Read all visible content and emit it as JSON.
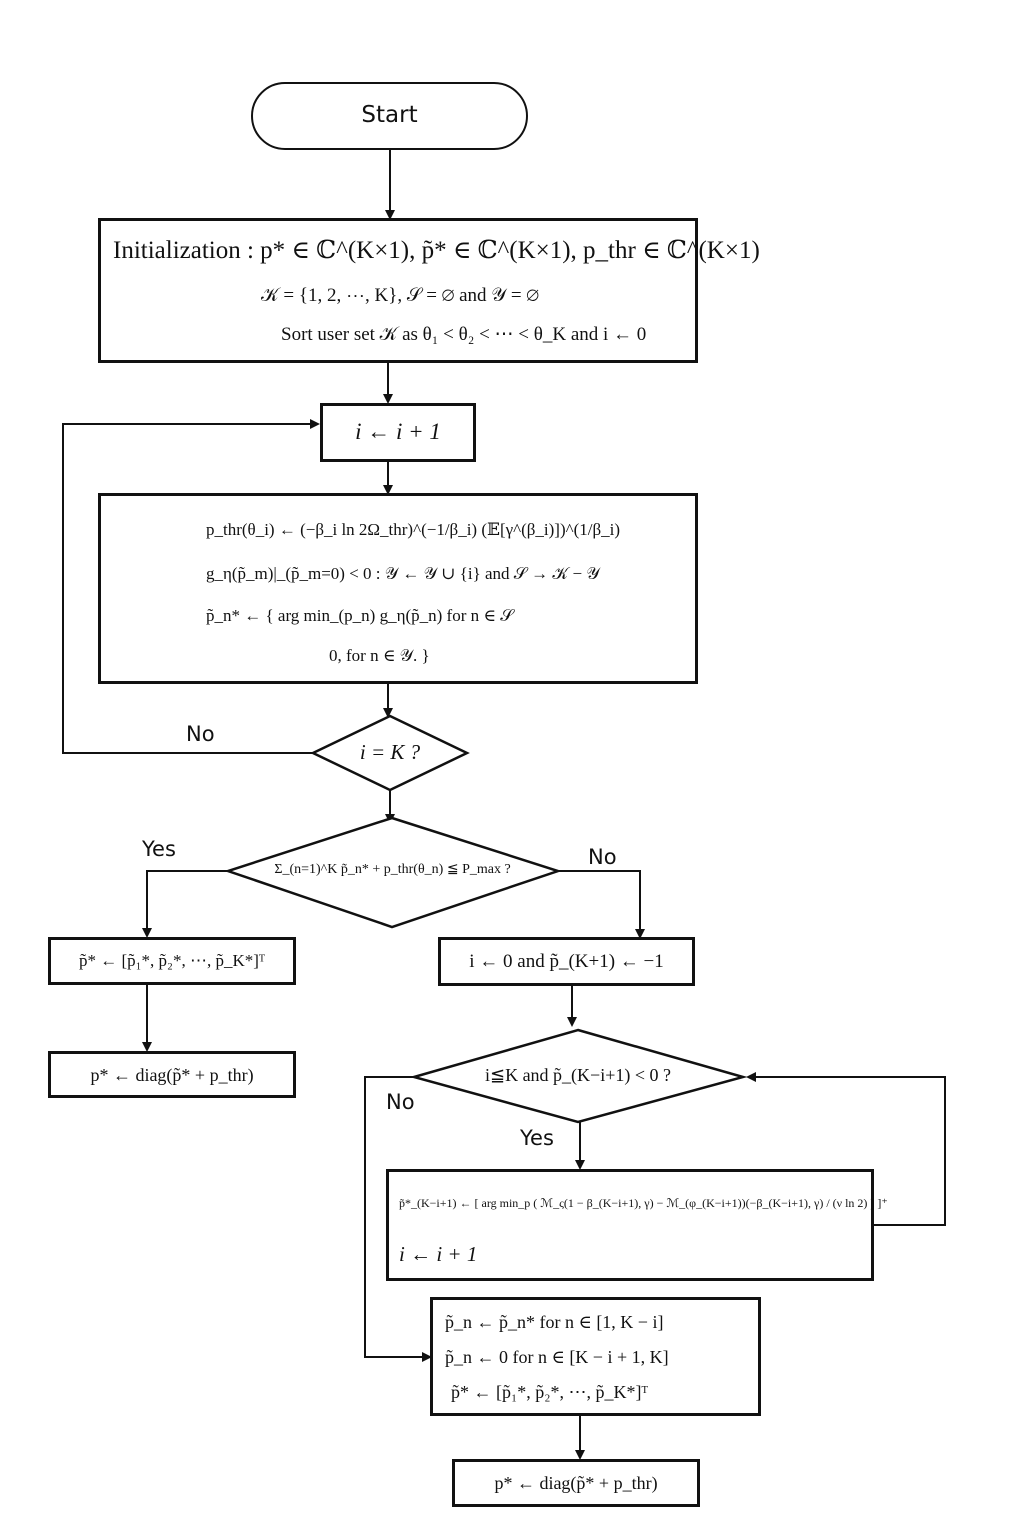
{
  "start": "Start",
  "init": {
    "line1": "Initialization : p* ∈ ℂ^(K×1), p̃* ∈ ℂ^(K×1), p_thr ∈ ℂ^(K×1)",
    "line2": "𝒦 = {1, 2, ⋯, K}, 𝒮 = ∅ and 𝒴 = ∅",
    "line3": "Sort user set 𝒦 as θ₁ < θ₂ < ⋯ < θ_K and i ← 0"
  },
  "increment": "i ← i + 1",
  "compute": {
    "line1": "p_thr(θ_i) ← (−β_i ln 2Ω_thr)^(−1/β_i) (𝔼[γ^(β_i)])^(1/β_i)",
    "line2": "g_η(p̃_m)|_(p̃_m=0) < 0 : 𝒴 ← 𝒴 ∪ {i} and 𝒮 → 𝒦 − 𝒴",
    "line3": "p̃_n* ← { arg min_(p_n) g_η(p̃_n)   for n ∈ 𝒮",
    "line4": "0,   for n ∈ 𝒴. }"
  },
  "decision1": "i = K ?",
  "decision2": "Σ_(n=1)^K p̃_n* + p_thr(θ_n) ≦ P_max ?",
  "assign_vector": "p̃* ← [p̃₁*, p̃₂*, ⋯, p̃_K*]ᵀ",
  "assign_diag": "p* ← diag(p̃* + p_thr)",
  "reset": "i ← 0 and p̃_(K+1) ← −1",
  "decision3": "i≦K and p̃_(K−i+1) < 0 ?",
  "update": {
    "line1": "p̃*_(K−i+1) ← [ arg min_p ( ℳ_ς(1 − β_(K−i+1), γ) − ℳ_(φ_(K−i+1))(−β_(K−i+1), γ) / (ν ln 2) ) ]⁺",
    "line2": "i ← i + 1"
  },
  "final": {
    "line1": "p̃_n ← p̃_n* for n ∈ [1, K − i]",
    "line2": "p̃_n ← 0 for n ∈ [K − i + 1, K]",
    "line3": "p̃* ← [p̃₁*, p̃₂*, ⋯, p̃_K*]ᵀ"
  },
  "final_diag": "p* ← diag(p̃* + p_thr)",
  "labels": {
    "no1": "No",
    "yes2": "Yes",
    "no2": "No",
    "no3": "No",
    "yes3": "Yes"
  }
}
